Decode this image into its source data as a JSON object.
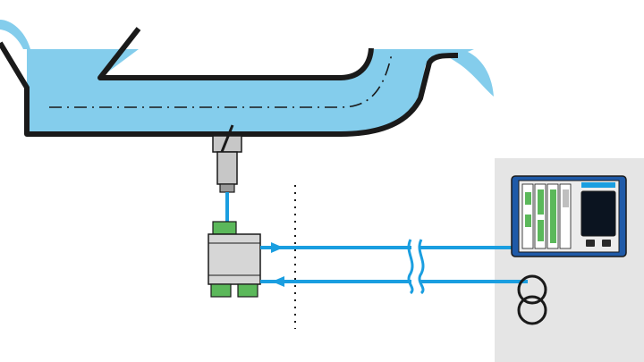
{
  "diagram": {
    "colors": {
      "water": "#84cdec",
      "outline": "#1a1a1a",
      "signal_line": "#1a9ee0",
      "panel_bg": "#e5e5e5",
      "module_body": "#d6d6d6",
      "terminal_green": "#5bb85a",
      "device_frame": "#1f5aa8",
      "screen": "#0b1420",
      "sensor_metal": "#c7c7c7"
    },
    "components": {
      "channel": "water-channel",
      "sensor": "flow-sensor",
      "transmitter": "transmitter-module",
      "boundary": "hazard-boundary-dotted",
      "cable_break": "cable-break-marks",
      "controller": "controller-device",
      "power": "transformer-symbol"
    }
  }
}
